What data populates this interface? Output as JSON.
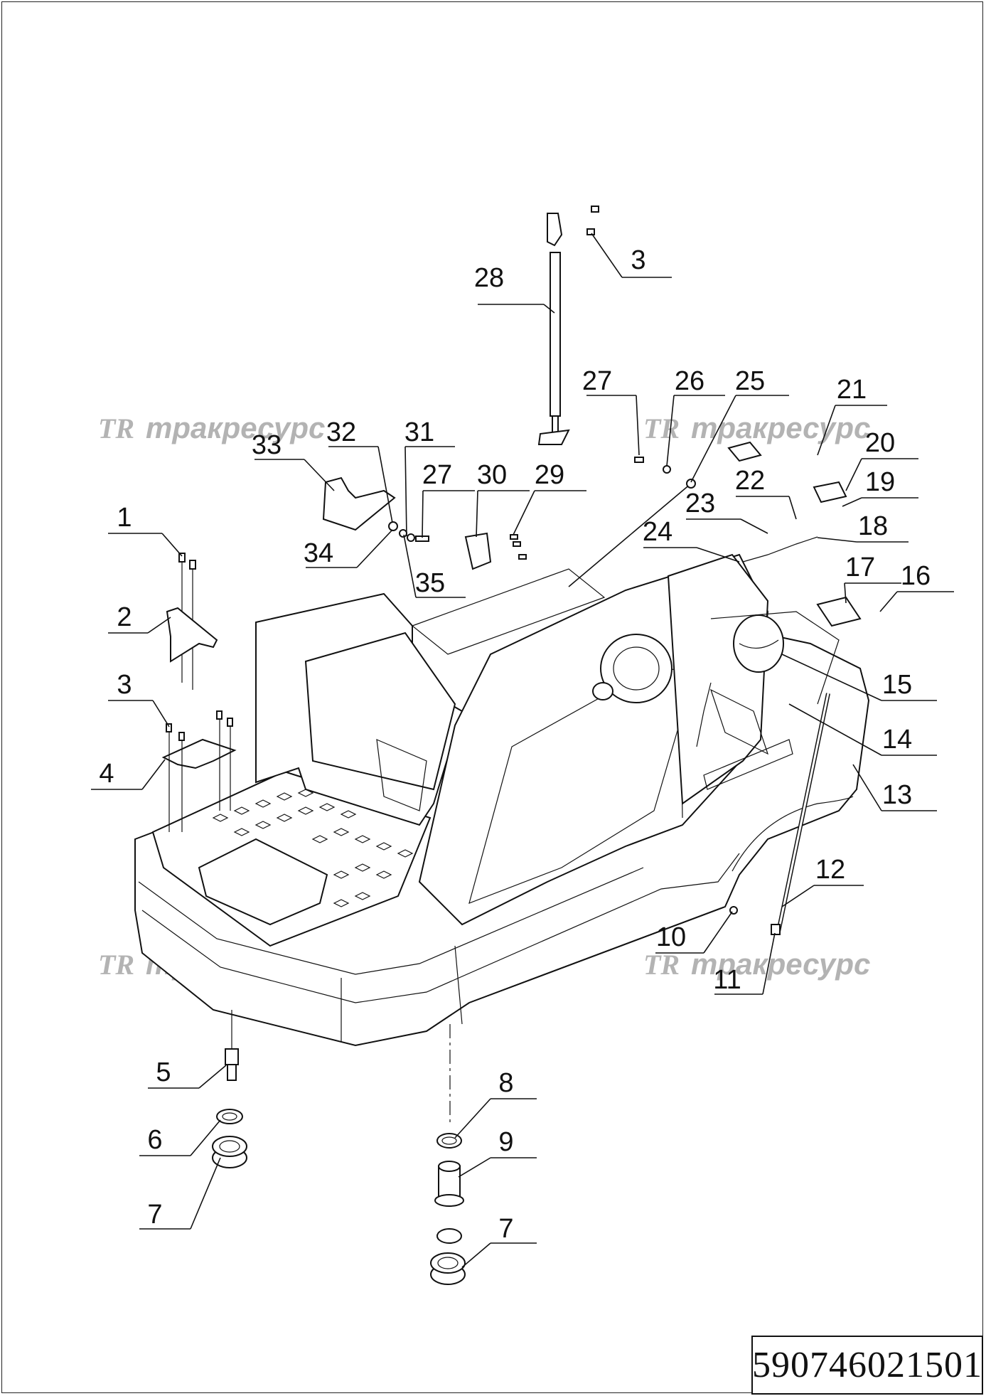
{
  "drawing": {
    "number": "590746021501",
    "watermark": {
      "logo": "TR",
      "text": "тракресурс"
    },
    "callouts": [
      "1",
      "2",
      "3",
      "4",
      "5",
      "6",
      "7",
      "8",
      "9",
      "10",
      "11",
      "12",
      "13",
      "14",
      "15",
      "16",
      "17",
      "18",
      "19",
      "20",
      "21",
      "22",
      "23",
      "24",
      "25",
      "26",
      "27",
      "28",
      "29",
      "30",
      "31",
      "32",
      "33",
      "34",
      "35"
    ]
  }
}
